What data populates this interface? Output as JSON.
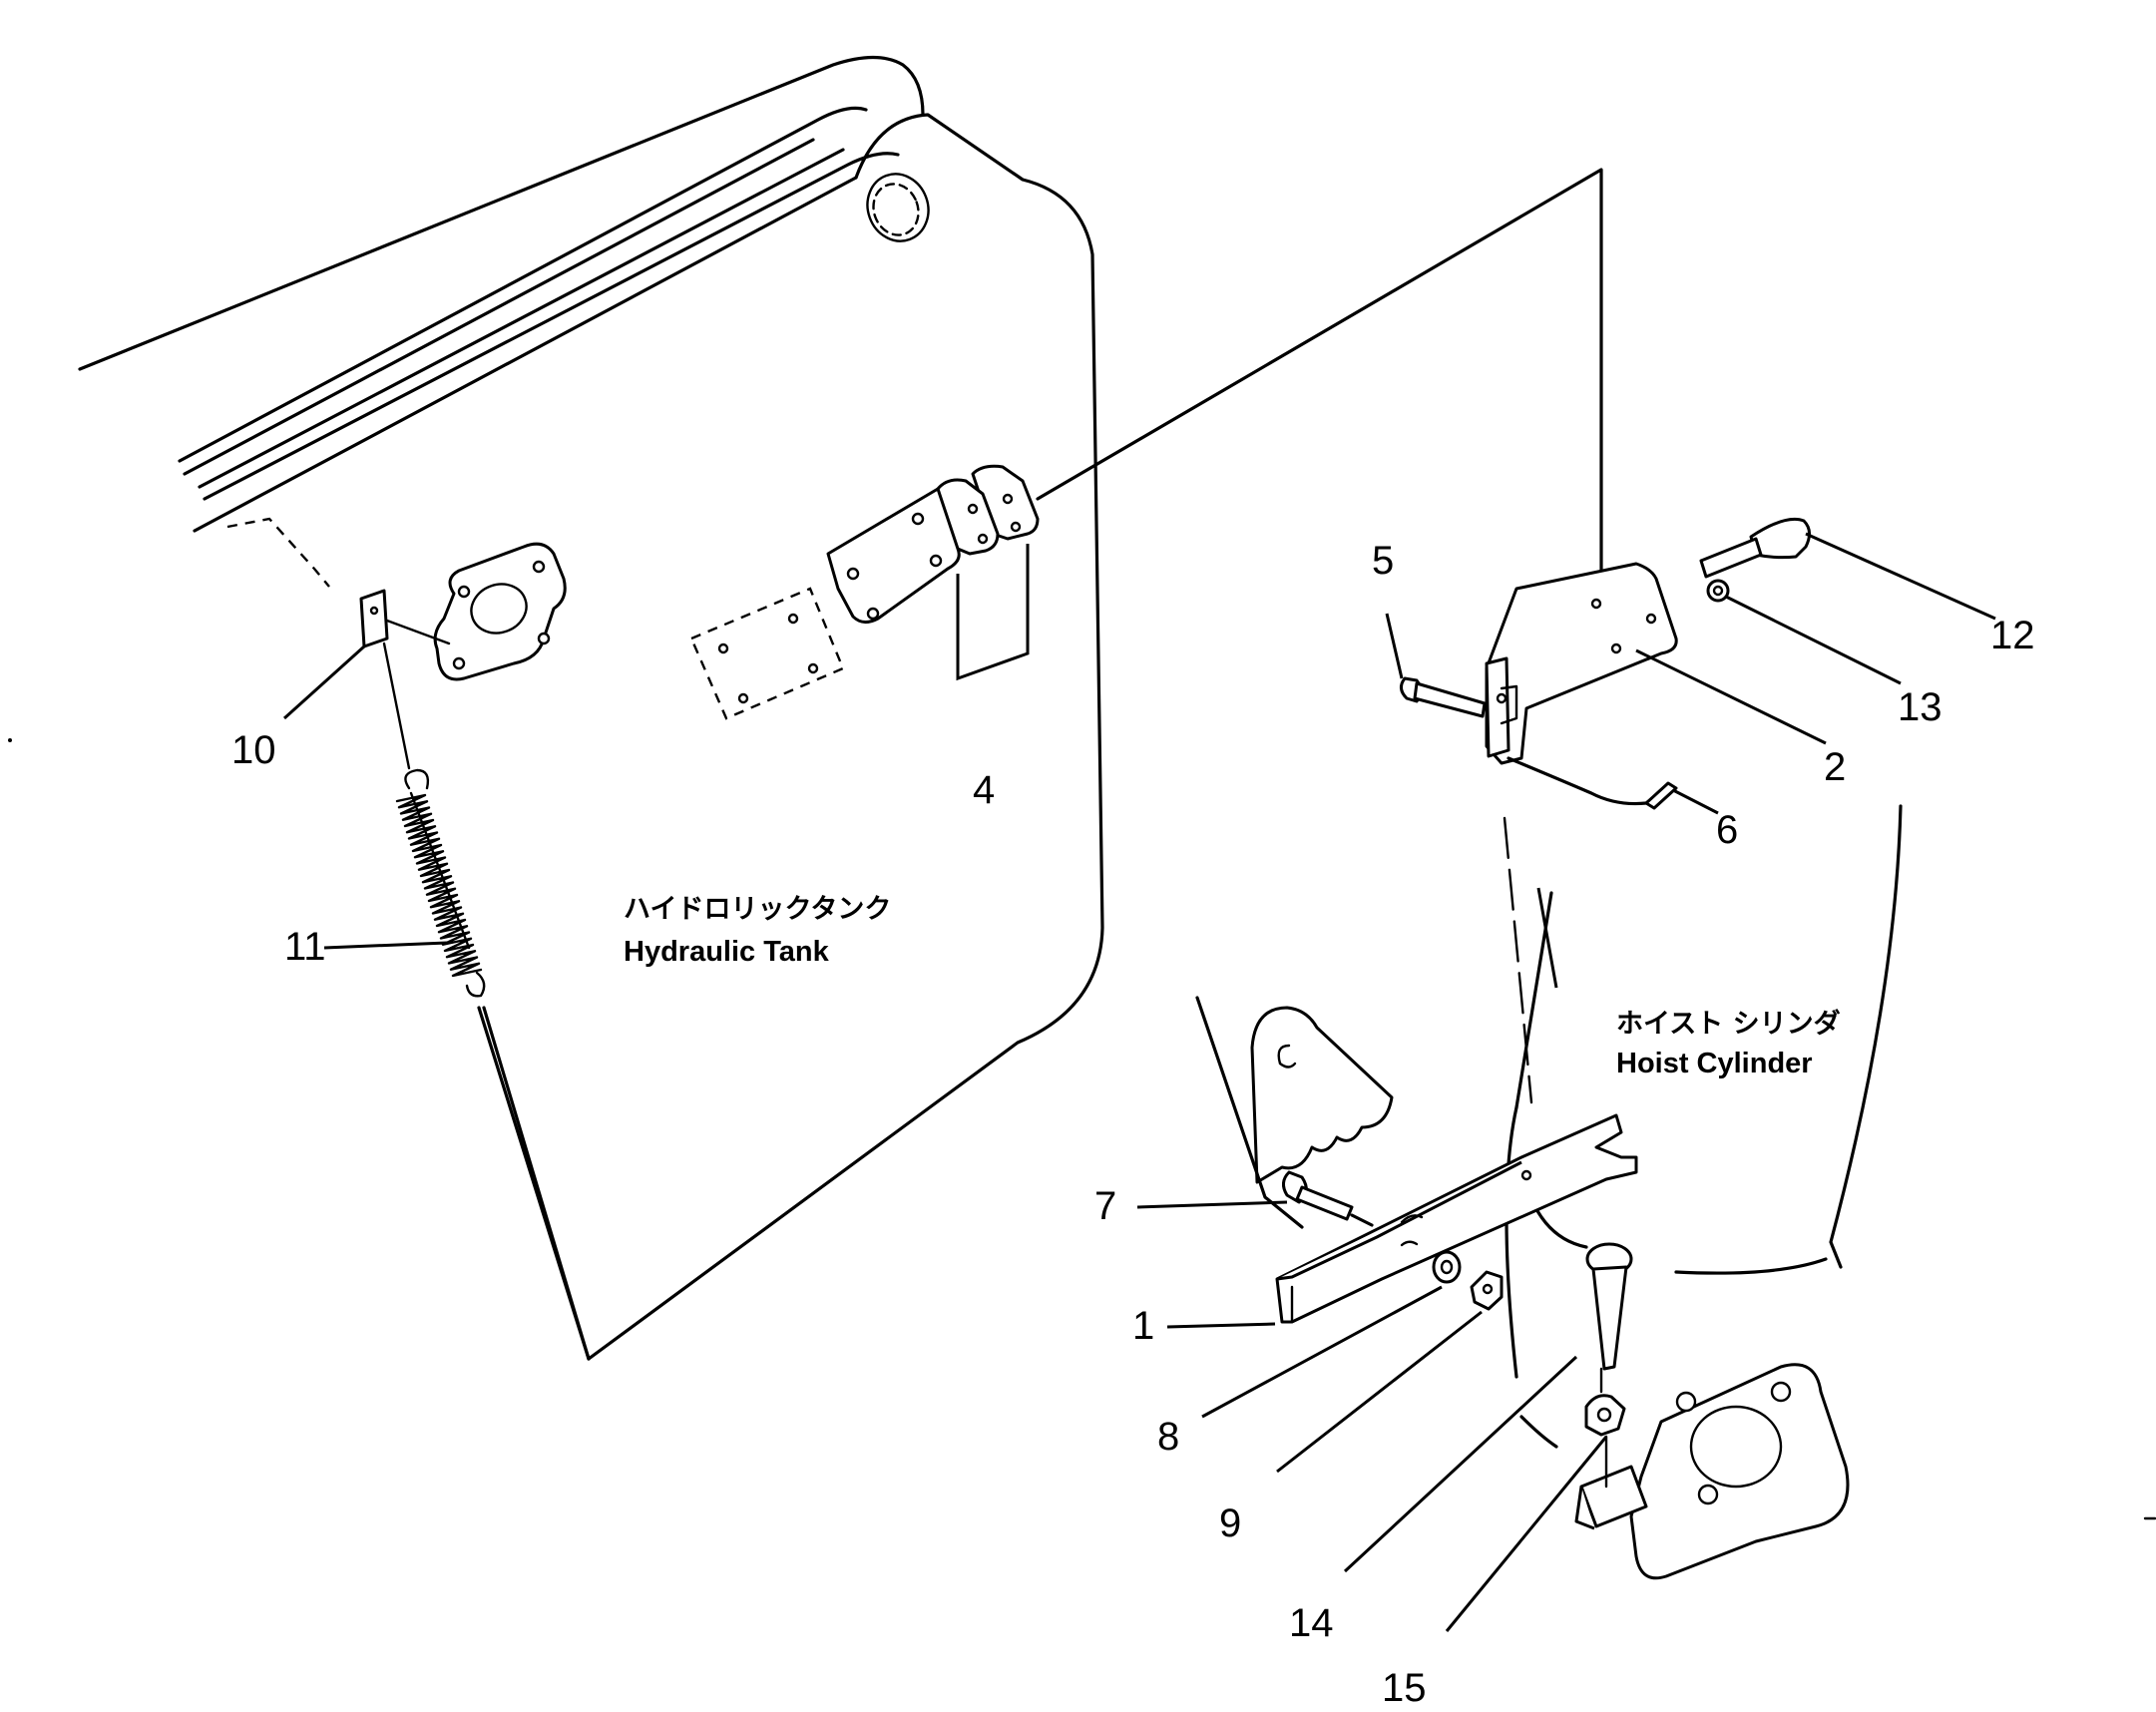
{
  "labels": {
    "tank_jp": "ハイドロリックタンク",
    "tank_en": "Hydraulic  Tank",
    "cylinder_jp": "ホイスト シリンダ",
    "cylinder_en": "Hoist Cylinder"
  },
  "callouts": {
    "c1": "1",
    "c2": "2",
    "c4": "4",
    "c5": "5",
    "c6": "6",
    "c7": "7",
    "c8": "8",
    "c9": "9",
    "c10": "10",
    "c11": "11",
    "c12": "12",
    "c13": "13",
    "c14": "14",
    "c15": "15"
  }
}
